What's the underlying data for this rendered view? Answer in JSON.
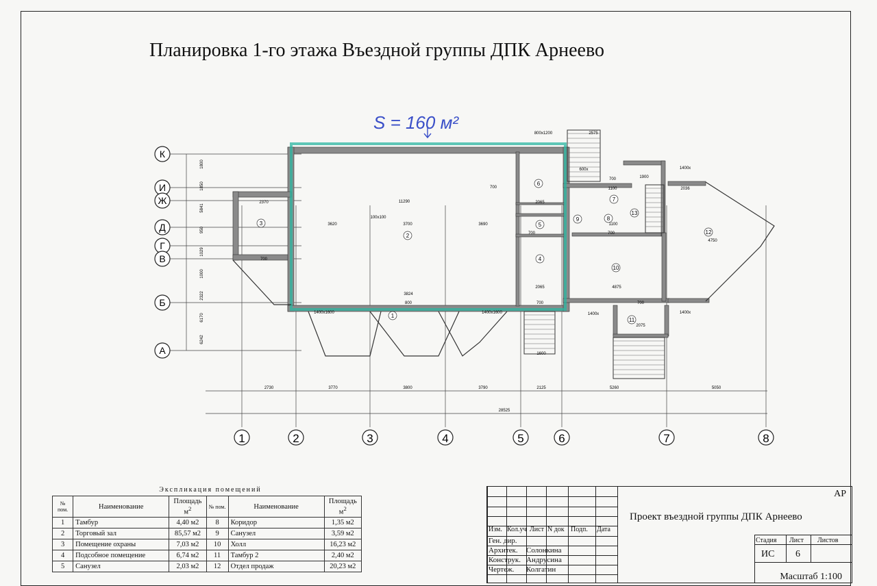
{
  "title": "Планировка 1-го этажа Въездной группы ДПК Арнеево",
  "area_note": "S = 160 м²",
  "axes_columns": [
    "1",
    "2",
    "3",
    "4",
    "5",
    "6",
    "7",
    "8"
  ],
  "axes_rows": [
    "К",
    "И",
    "Ж",
    "Д",
    "Г",
    "В",
    "Б",
    "А"
  ],
  "dims_bottom": [
    "2730",
    "3770",
    "3800",
    "3790",
    "2125",
    "5260",
    "5050"
  ],
  "dim_total": "28525",
  "dims_inside": [
    "11290",
    "3620",
    "3700",
    "3690",
    "3824",
    "2065",
    "2065",
    "2370",
    "4750",
    "4875",
    "1100",
    "1100",
    "1900",
    "2036",
    "2075",
    "1600",
    "2575",
    "800x1200",
    "100x100",
    "1400x1600",
    "1400x1600",
    "1400x",
    "1400x",
    "1400x",
    "800",
    "700",
    "700",
    "700",
    "700",
    "700",
    "700",
    "700",
    "600x"
  ],
  "dims_left": [
    "1800",
    "1850",
    "5841",
    "950",
    "1029",
    "1000",
    "2322",
    "6170",
    "6242"
  ],
  "room_numbers": [
    "1",
    "2",
    "3",
    "4",
    "5",
    "6",
    "7",
    "8",
    "9",
    "10",
    "11",
    "12",
    "13"
  ],
  "explication": {
    "caption": "Экспликация помещений",
    "headers": {
      "no": "№ пом.",
      "name": "Наименование",
      "area": "Площадь",
      "unit": "м",
      "sup": "2"
    },
    "rows": [
      {
        "n1": "1",
        "name1": "Тамбур",
        "a1": "4,40 м2",
        "n2": "8",
        "name2": "Коридор",
        "a2": "1,35 м2"
      },
      {
        "n1": "2",
        "name1": "Торговый зал",
        "a1": "85,57 м2",
        "n2": "9",
        "name2": "Санузел",
        "a2": "3,59 м2"
      },
      {
        "n1": "3",
        "name1": "Помещение охраны",
        "a1": "7,03 м2",
        "n2": "10",
        "name2": "Холл",
        "a2": "16,23 м2"
      },
      {
        "n1": "4",
        "name1": "Подсобное помещение",
        "a1": "6,74 м2",
        "n2": "11",
        "name2": "Тамбур 2",
        "a2": "2,40 м2"
      },
      {
        "n1": "5",
        "name1": "Санузел",
        "a1": "2,03 м2",
        "n2": "12",
        "name2": "Отдел продаж",
        "a2": "20,23 м2"
      }
    ]
  },
  "stamp": {
    "code": "АР",
    "project": "Проект въездной группы ДПК Арнеево",
    "col_headers": [
      "Изм.",
      "Кол.уч",
      "Лист",
      "N док",
      "Подп.",
      "Дата"
    ],
    "roles": [
      {
        "role": "Ген. дир.",
        "name": ""
      },
      {
        "role": "Архитек.",
        "name": "Солонкина"
      },
      {
        "role": "Конструк.",
        "name": "Андрусина"
      },
      {
        "role": "Чертеж.",
        "name": "Колгатин"
      }
    ],
    "stage_label": "Стадия",
    "sheet_label": "Лист",
    "sheets_label": "Листов",
    "stage": "ИС",
    "sheet": "6",
    "scale": "Масштаб 1:100"
  },
  "colors": {
    "highlight": "#2bb5a0",
    "ink": "#222222",
    "pen": "#3a4fc8"
  }
}
